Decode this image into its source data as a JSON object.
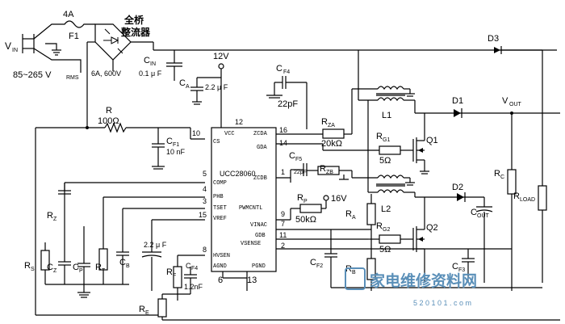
{
  "input": {
    "vin": "V",
    "vin_sub": "IN",
    "range": "85~265 V",
    "range_sub": "RMS"
  },
  "fuse": {
    "name": "F1",
    "rating": "4A"
  },
  "bridge": {
    "title_line1": "全桥",
    "title_line2": "整流器",
    "rating": "6A, 600V"
  },
  "caps": {
    "cin": "C",
    "cin_sub": "IN",
    "cin_val": "0.1 μ F",
    "ca": "C",
    "ca_sub": "A",
    "ca_val": "2.2 μ F",
    "cf4": "C",
    "cf4_sub": "F4",
    "cf4_val": "22pF",
    "cf1": "C",
    "cf1_sub": "F1",
    "cf1_val": "10 nF",
    "cf5": "C",
    "cf5_sub": "F5",
    "cf5_val": "22pF",
    "cz": "C",
    "cz_sub": "Z",
    "cp": "C",
    "cp_sub": "P",
    "cb": "C",
    "cb_sub": "B",
    "cf2": "C",
    "cf2_sub": "F2",
    "cf3": "C",
    "cf3_sub": "F3",
    "cout": "C",
    "cout_sub": "OUT",
    "c22": "2.2 μ F",
    "cf4b": "C",
    "cf4b_sub": "F4",
    "cf4b_val": "1.2nF"
  },
  "supply": {
    "v12": "12V",
    "v16": "16V"
  },
  "resistors": {
    "r": "R",
    "r_val": "100Ω",
    "rza": "R",
    "rza_sub": "ZA",
    "rza_val": "20kΩ",
    "rg1": "R",
    "rg1_sub": "G1",
    "rg1_val": "5Ω",
    "rzb": "R",
    "rzb_sub": "ZB",
    "rp": "R",
    "rp_sub": "P",
    "rp_val": "50kΩ",
    "ra": "R",
    "ra_sub": "A",
    "rg2": "R",
    "rg2_sub": "G2",
    "rg2_val": "5Ω",
    "rb": "R",
    "rb_sub": "B",
    "rc": "R",
    "rc_sub": "C",
    "rload": "R",
    "rload_sub": "LOAD",
    "rz": "R",
    "rz_sub": "Z",
    "rs": "R",
    "rs_sub": "S",
    "rt": "R",
    "rt_sub": "T",
    "rf": "R",
    "rf_sub": "F",
    "re": "R",
    "re_sub": "E"
  },
  "semis": {
    "d1": "D1",
    "d2": "D2",
    "d3": "D3",
    "q1": "Q1",
    "q2": "Q2",
    "l1": "L1",
    "l2": "L2"
  },
  "output": {
    "vout": "V",
    "vout_sub": "OUT"
  },
  "ic": {
    "name": "UCC28060",
    "pins_left": [
      "CS",
      "COMP",
      "PHB",
      "TSET",
      "VREF",
      "HVSEN",
      "AGND"
    ],
    "pins_right": [
      "ZCDA",
      "GDA",
      "ZCDB",
      "PWMCNTL",
      "VINAC",
      "GDB",
      "VSENSE",
      "PGND"
    ],
    "top_pin_label": "VCC",
    "pin_numbers": {
      "vcc": "12",
      "cs": "10",
      "comp": "5",
      "phb": "4",
      "tset": "3",
      "vref": "15",
      "hvsen": "8",
      "agnd": "6",
      "pgnd": "13",
      "zcda": "16",
      "gda": "14",
      "zcdb": "1",
      "pwmcntl": "9",
      "vinac": "7",
      "gdb": "11",
      "vsense": "2"
    }
  },
  "watermark": {
    "text": "家电维修资料网",
    "url": "5 2 0 1 0 1 . c o m"
  }
}
